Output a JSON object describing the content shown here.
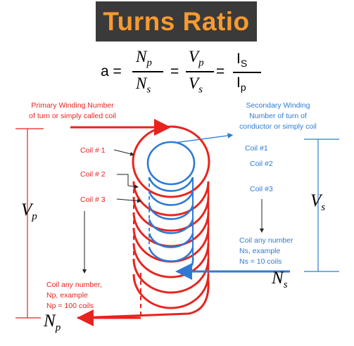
{
  "title": "Turns Ratio",
  "formula": {
    "lhs": "a =",
    "f1_num_main": "N",
    "f1_num_sub": "p",
    "f1_den_main": "N",
    "f1_den_sub": "s",
    "eq1": "=",
    "f2_num_main": "V",
    "f2_num_sub": "p",
    "f2_den_main": "V",
    "f2_den_sub": "s",
    "eq2": "=",
    "f3_num_main": "I",
    "f3_num_sub": "S",
    "f3_den_main": "I",
    "f3_den_sub": "p"
  },
  "primary": {
    "heading_line1": "Primary Winding Number",
    "heading_line2": "of turn or simply called coil",
    "coil1": "Coil # 1",
    "coil2": "Coil # 2",
    "coil3": "Coil # 3",
    "note_line1": "Coil any number,",
    "note_line2": "Np, example",
    "note_line3": "Np = 100 coils",
    "v_main": "V",
    "v_sub": "p",
    "n_main": "N",
    "n_sub": "p"
  },
  "secondary": {
    "heading_line1": "Secondary Winding",
    "heading_line2": "Number of turn of",
    "heading_line3": "conductor or simply coil",
    "coil1": "Coil #1",
    "coil2": "Coil #2",
    "coil3": "Coil #3",
    "note_line1": "Coil any number",
    "note_line2": "Ns, example",
    "note_line3": "Ns = 10 coils",
    "v_main": "V",
    "v_sub": "s",
    "n_main": "N",
    "n_sub": "s"
  },
  "colors": {
    "primary": "#e8231e",
    "secondary": "#2e7ad3",
    "title_bg": "#3a3a3a",
    "title_text": "#f79a2f"
  }
}
